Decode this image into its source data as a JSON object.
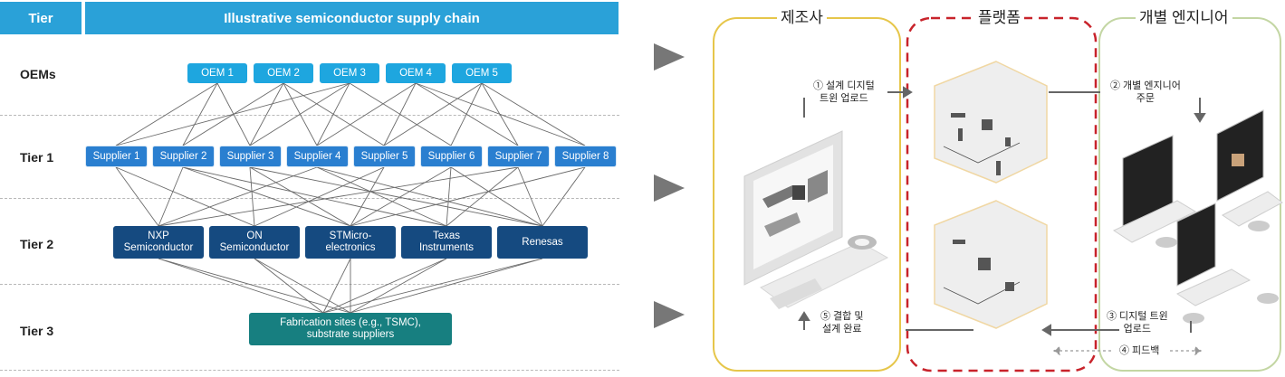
{
  "header": {
    "tier_label": "Tier",
    "title": "Illustrative semiconductor supply chain"
  },
  "tiers": {
    "oems": "OEMs",
    "tier1": "Tier 1",
    "tier2": "Tier 2",
    "tier3": "Tier 3"
  },
  "oems": [
    "OEM 1",
    "OEM 2",
    "OEM 3",
    "OEM 4",
    "OEM 5"
  ],
  "suppliers": [
    "Supplier 1",
    "Supplier 2",
    "Supplier 3",
    "Supplier 4",
    "Supplier 5",
    "Supplier 6",
    "Supplier 7",
    "Supplier 8"
  ],
  "tier2": [
    {
      "l1": "NXP",
      "l2": "Semiconductor"
    },
    {
      "l1": "ON",
      "l2": "Semiconductor"
    },
    {
      "l1": "STMicro-",
      "l2": "electronics"
    },
    {
      "l1": "Texas",
      "l2": "Instruments"
    },
    {
      "l1": "Renesas",
      "l2": ""
    }
  ],
  "tier3": {
    "l1": "Fabrication sites (e.g., TSMC),",
    "l2": "substrate suppliers"
  },
  "right": {
    "manufacturer": "제조사",
    "platform": "플랫폼",
    "engineer": "개별 엔지니어",
    "step1": {
      "l1": "① 설계 디지털",
      "l2": "트윈 업로드"
    },
    "step2": {
      "l1": "② 개별 엔지니어",
      "l2": "주문"
    },
    "step3": {
      "l1": "③ 디지털 트윈",
      "l2": "업로드"
    },
    "step4": "④ 피드백",
    "step5": {
      "l1": "⑤ 결합 및",
      "l2": "설계 완료"
    }
  },
  "colors": {
    "header": "#2aa1d8",
    "oem": "#1ea6df",
    "supplier": "#2a7fd0",
    "tier2": "#154a80",
    "tier3": "#177f80",
    "manufacturer_border": "#e6c64a",
    "platform_border": "#c8232b",
    "engineer_border": "#c3d6a3"
  }
}
